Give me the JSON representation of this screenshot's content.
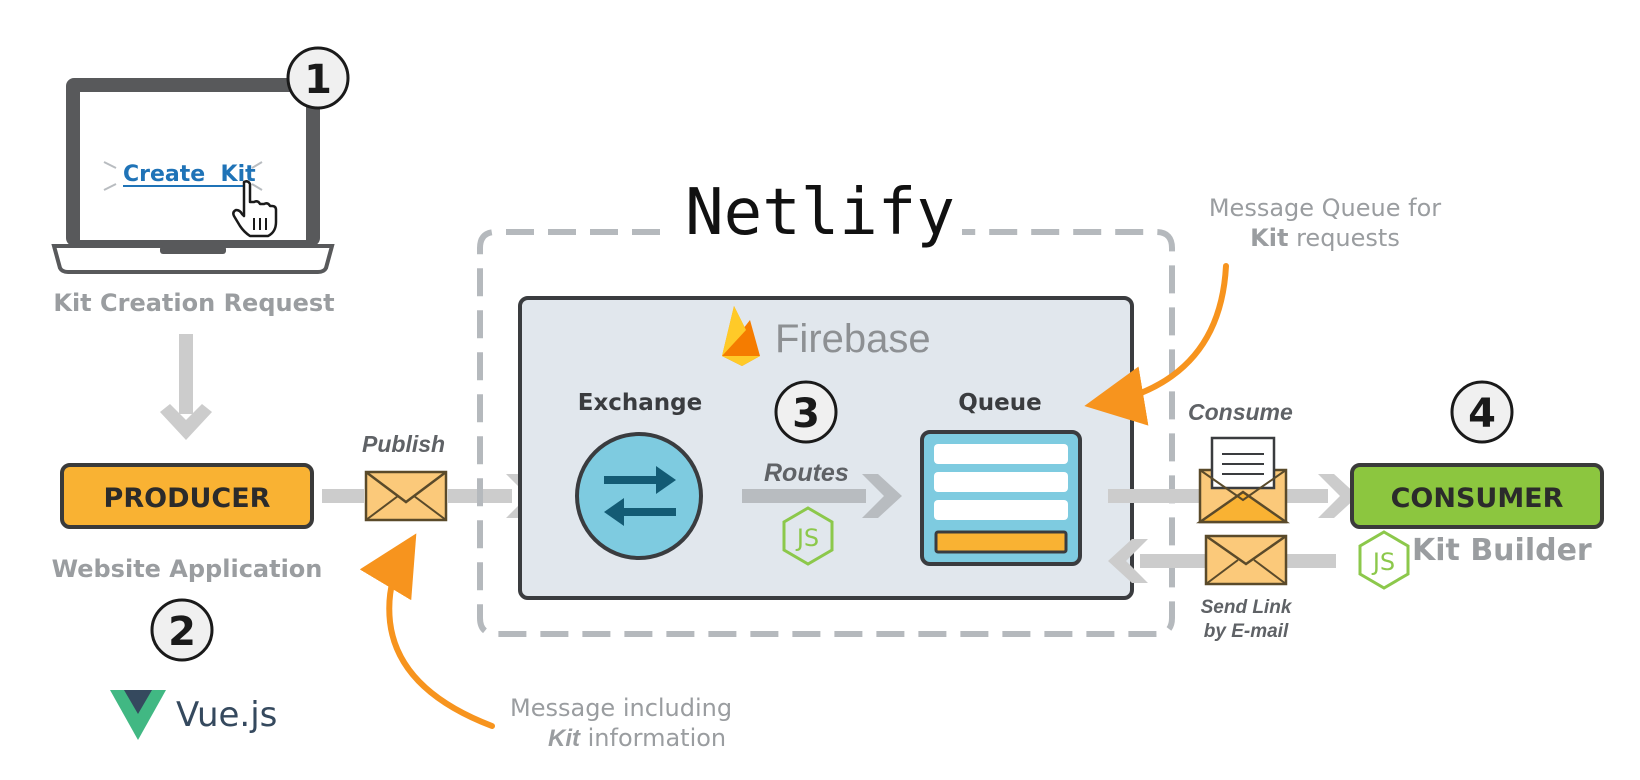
{
  "colors": {
    "producer": "#f9b233",
    "consumer": "#8cc63f",
    "queue_fill": "#7ecbe0",
    "exchange_fill": "#7ecbe0",
    "firebase_panel": "#e1e7ed",
    "orange_arrow": "#f7941e",
    "link_blue": "#1f73b7",
    "grey_arrow": "#cccccc",
    "node_green": "#8cc84b",
    "vue_green": "#41b883",
    "vue_dark": "#35495e"
  },
  "laptop": {
    "link_text": "Create  Kit",
    "caption": "Kit Creation Request",
    "badge": "1"
  },
  "producer": {
    "label": "PRODUCER",
    "caption": "Website Application",
    "badge": "2",
    "framework": "Vue.js"
  },
  "publish": {
    "label": "Publish",
    "note_line1": "Message including",
    "note_line2_italic": "Kit",
    "note_line2_rest": " information"
  },
  "netlify": {
    "title": "Netlify"
  },
  "firebase": {
    "title": "Firebase",
    "exchange_label": "Exchange",
    "queue_label": "Queue",
    "routes_label": "Routes",
    "badge": "3"
  },
  "queue_note": {
    "line1": "Message Queue for",
    "line2_bold": "Kit",
    "line2_rest": " requests"
  },
  "consumer": {
    "label": "CONSUMER",
    "caption": "Kit Builder",
    "badge": "4",
    "consume_label": "Consume",
    "send_line1": "Send Link",
    "send_line2": "by E-mail"
  },
  "icons": {
    "laptop": "laptop-icon",
    "cursor": "hand-cursor-icon",
    "envelope": "envelope-icon",
    "exchange": "swap-arrows-icon",
    "firebase": "firebase-flame-icon",
    "nodejs": "nodejs-hexagon-icon",
    "vue": "vue-logo-icon"
  }
}
